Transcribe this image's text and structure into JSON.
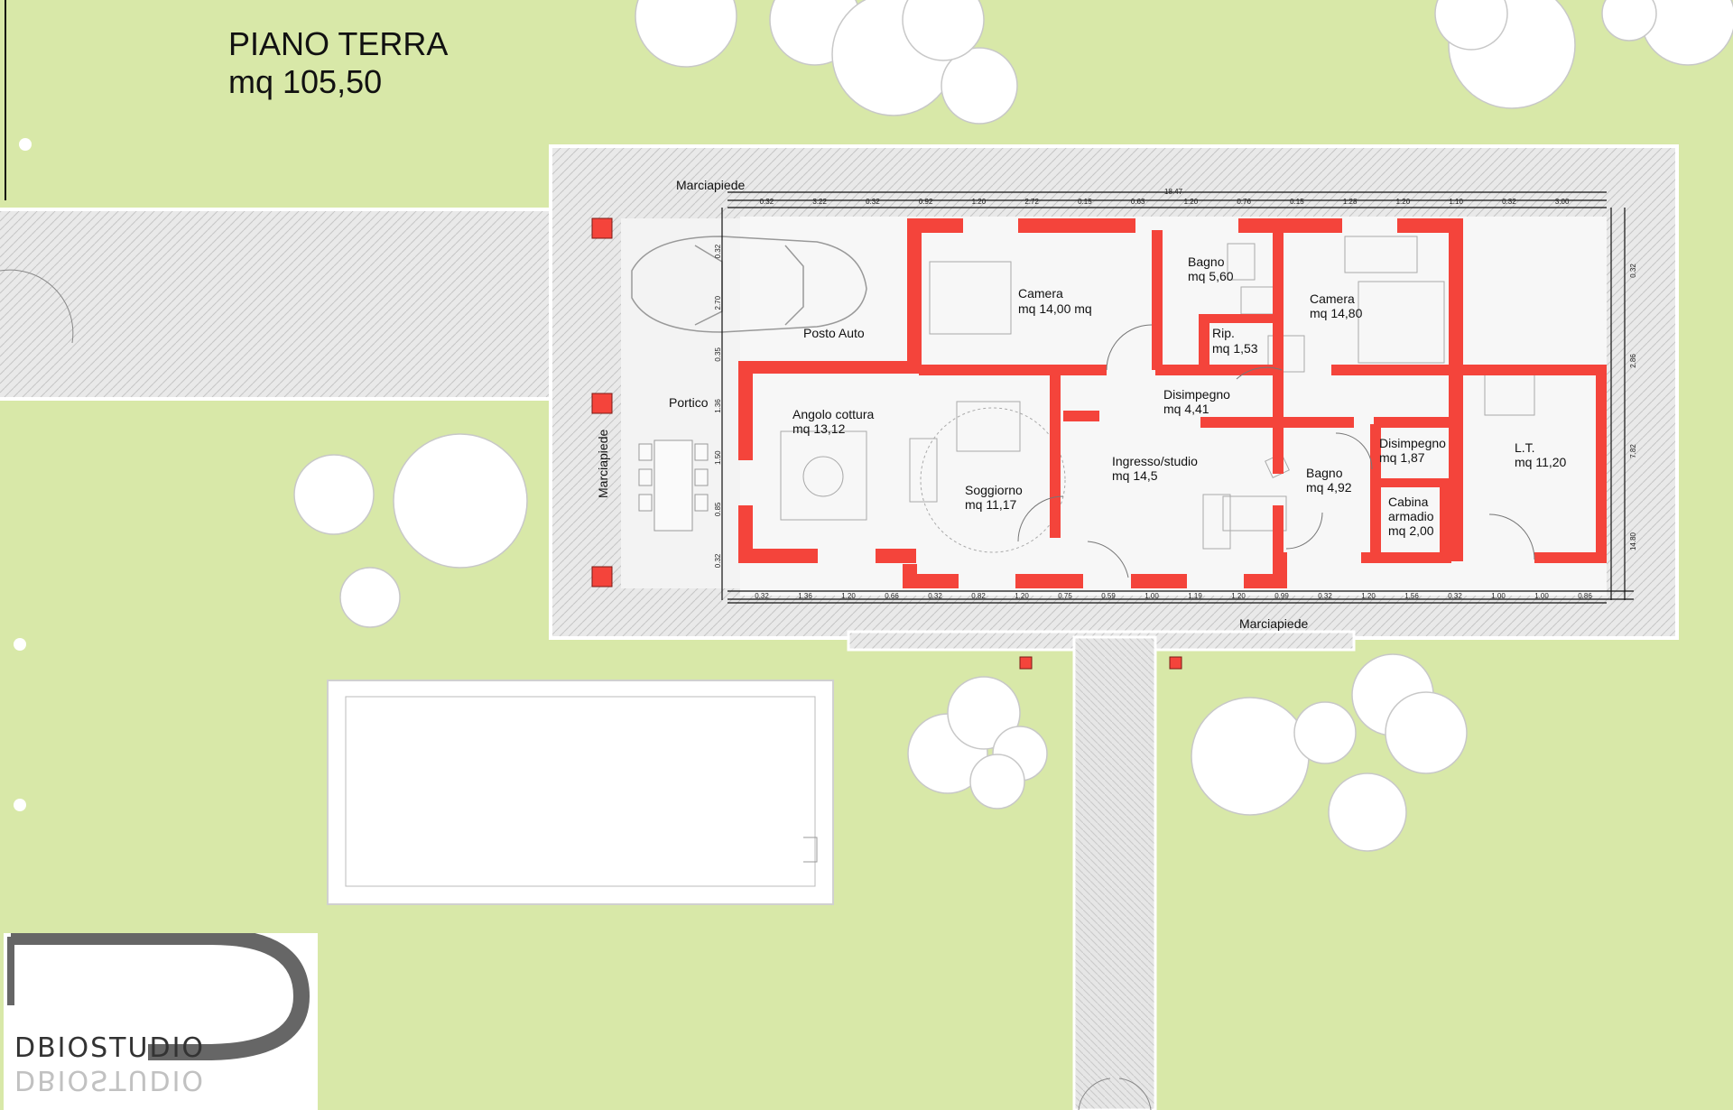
{
  "header": {
    "title": "PIANO TERRA",
    "area": "mq 105,50"
  },
  "labels": {
    "marciapiede_top": "Marciapiede",
    "marciapiede_left": "Marciapiede",
    "marciapiede_bottom": "Marciapiede",
    "posto_auto": "Posto Auto",
    "portico": "Portico"
  },
  "rooms": [
    {
      "name": "Camera",
      "area": "mq 14,00 mq"
    },
    {
      "name": "Bagno",
      "area": "mq 5,60"
    },
    {
      "name": "Camera",
      "area": "mq 14,80"
    },
    {
      "name": "Rip.",
      "area": "mq 1,53"
    },
    {
      "name": "Disimpegno",
      "area": "mq 4,41"
    },
    {
      "name": "Angolo cottura",
      "area": "mq 13,12"
    },
    {
      "name": "Soggiorno",
      "area": "mq 11,17"
    },
    {
      "name": "Ingresso/studio",
      "area": "mq 14,5"
    },
    {
      "name": "Bagno",
      "area": "mq 4,92"
    },
    {
      "name": "Disimpegno",
      "area": "mq 1,87"
    },
    {
      "name": "Cabina",
      "area": "armadio"
    },
    {
      "name": "mq 2,00",
      "area": ""
    },
    {
      "name": "L.T.",
      "area": "mq 11,20"
    }
  ],
  "dimensions_top": [
    "0.32",
    "3.22",
    "0.32",
    "0.92",
    "1.20",
    "2.72",
    "0.15",
    "0.63",
    "1.20",
    "0.76",
    "0.15",
    "1.28",
    "1.20",
    "1.10",
    "0.32",
    "3.00"
  ],
  "dimension_total": "18.47",
  "dimensions_bottom": [
    "0.32",
    "1.36",
    "1.20",
    "0.66",
    "0.32",
    "0.82",
    "1.20",
    "0.75",
    "0.59",
    "1.00",
    "1.19",
    "1.20",
    "0.99",
    "0.32",
    "1.20",
    "1.56",
    "0.32",
    "1.00",
    "1.00",
    "0.86"
  ],
  "dimensions_left": [
    "0.32",
    "2.70",
    "0.35",
    "1.36",
    "1.50",
    "0.85",
    "0.32"
  ],
  "dimensions_right": [
    "0.32",
    "2.86",
    "7.82",
    "14.80"
  ],
  "logo": {
    "text": "DBIOSTUDIO"
  },
  "colors": {
    "grass": "#d8e8a8",
    "wall": "#f4443b",
    "paving": "#e6e6e6",
    "tree": "#ffffff"
  }
}
